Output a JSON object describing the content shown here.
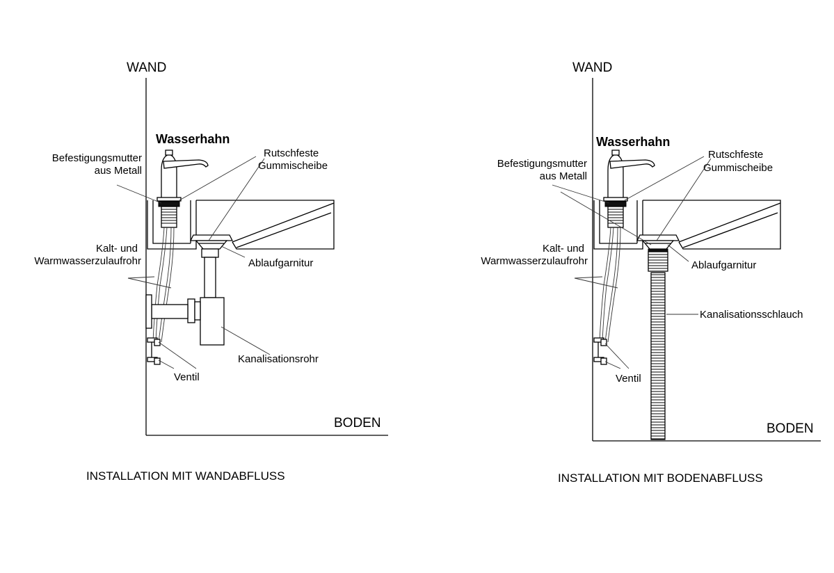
{
  "left": {
    "wall": "WAND",
    "floor": "BODEN",
    "faucet": "Wasserhahn",
    "nut_line1": "Befestigungsmutter",
    "nut_line2": "aus Metall",
    "gasket_line1": "Rutschfeste",
    "gasket_line2": "Gummischeibe",
    "supply_line1": "Kalt- und",
    "supply_line2": "Warmwasserzulaufrohr",
    "drain_assembly": "Ablaufgarnitur",
    "sewer": "Kanalisationsrohr",
    "valve": "Ventil",
    "caption": "INSTALLATION MIT WANDABFLUSS"
  },
  "right": {
    "wall": "WAND",
    "floor": "BODEN",
    "faucet": "Wasserhahn",
    "nut_line1": "Befestigungsmutter",
    "nut_line2": "aus Metall",
    "gasket_line1": "Rutschfeste",
    "gasket_line2": "Gummischeibe",
    "supply_line1": "Kalt- und",
    "supply_line2": "Warmwasserzulaufrohr",
    "drain_assembly": "Ablaufgarnitur",
    "sewer": "Kanalisationsschlauch",
    "valve": "Ventil",
    "caption": "INSTALLATION MIT BODENABFLUSS"
  }
}
